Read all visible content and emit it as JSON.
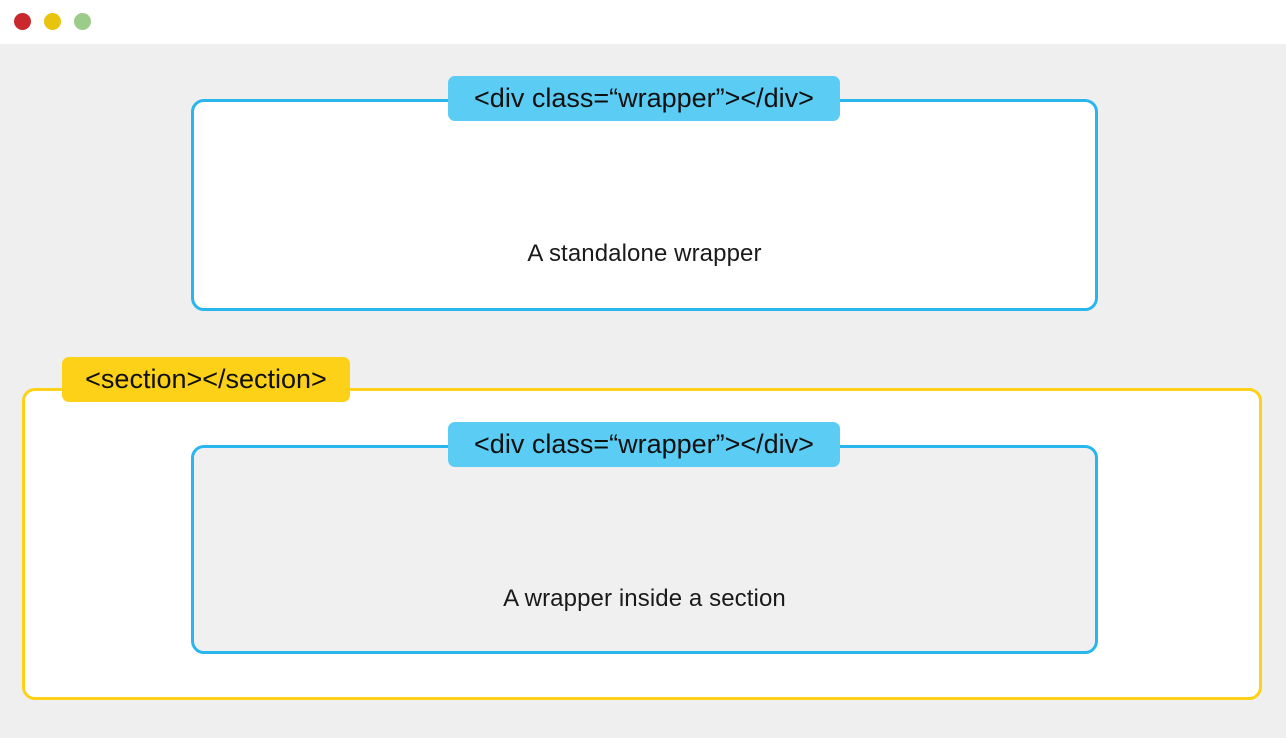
{
  "window": {
    "traffic_lights": [
      {
        "name": "close",
        "color": "#c9282d"
      },
      {
        "name": "minimize",
        "color": "#e8c40d"
      },
      {
        "name": "zoom",
        "color": "#9ccc8a"
      }
    ]
  },
  "theme": {
    "page_background": "#efefef",
    "titlebar_background": "#ffffff",
    "wrapper_border": "#29b6ef",
    "wrapper_badge": "#5bcdf5",
    "section_border": "#fcd117",
    "section_badge": "#fcd117",
    "text_color": "#1a1a1a"
  },
  "diagram": {
    "standalone_wrapper": {
      "badge_label": "<div class=“wrapper”></div>",
      "body_text": "A standalone wrapper",
      "fill": "#ffffff"
    },
    "section": {
      "badge_label": "<section></section>",
      "fill": "#ffffff",
      "nested_wrapper": {
        "badge_label": "<div class=“wrapper”></div>",
        "body_text": "A wrapper inside a section",
        "fill": "#f0f0f0"
      }
    }
  }
}
